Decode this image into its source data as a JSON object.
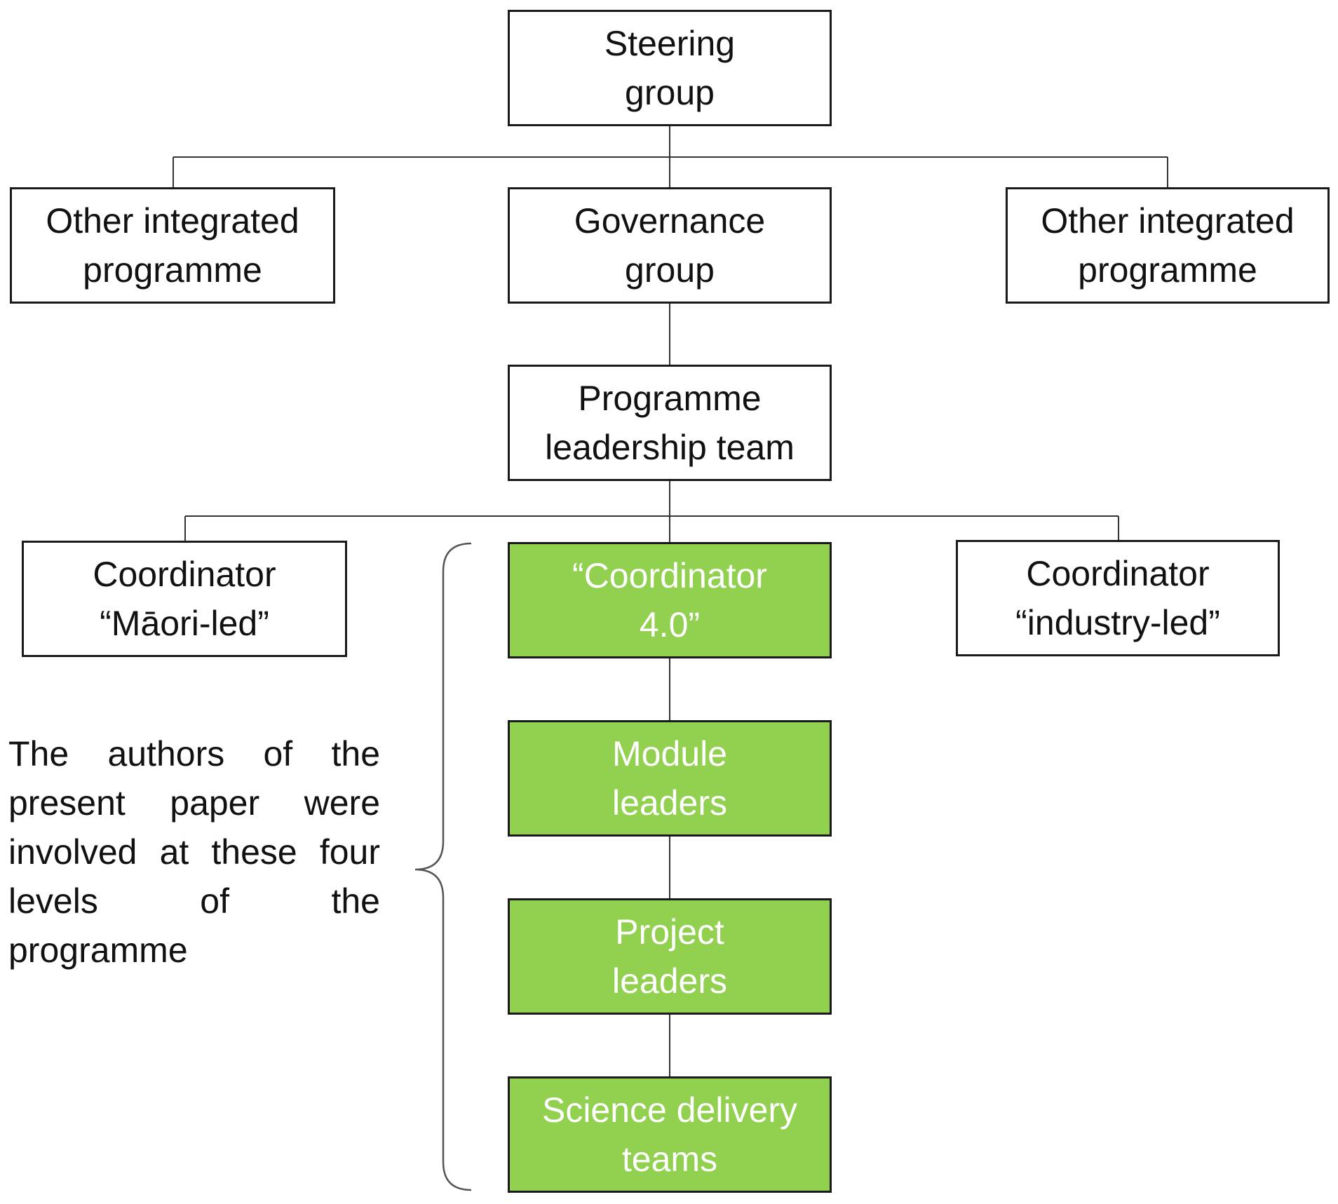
{
  "nodes": {
    "steering": "Steering\ngroup",
    "other_left": "Other integrated\nprogramme",
    "governance": "Governance\ngroup",
    "other_right": "Other integrated\nprogramme",
    "leadership": "Programme\nleadership team",
    "coord_maori": "Coordinator\n“Māori-led”",
    "coord_40": "“Coordinator\n4.0”",
    "coord_industry": "Coordinator\n“industry-led”",
    "module": "Module\nleaders",
    "project": "Project\nleaders",
    "science": "Science delivery\nteams"
  },
  "note": "The authors of the present paper were involved at these four levels of the programme",
  "colors": {
    "highlight_fill": "#92d050",
    "highlight_text": "#ffffff",
    "box_border": "#1a1a1a",
    "connector": "#333333"
  }
}
